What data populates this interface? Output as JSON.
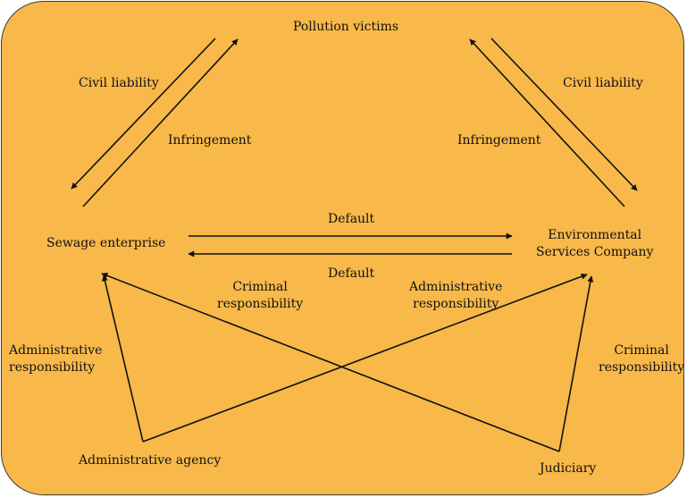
{
  "colors": {
    "background": "#f8b84a",
    "stroke": "#111111"
  },
  "nodes": {
    "pollution_victims": "Pollution victims",
    "sewage_enterprise": "Sewage enterprise",
    "environmental_services_company": "Environmental\nServices Company",
    "administrative_agency": "Administrative agency",
    "judiciary": "Judiciary"
  },
  "edges": {
    "civil_liability_left": "Civil liability",
    "infringement_left": "Infringement",
    "civil_liability_right": "Civil liability",
    "infringement_right": "Infringement",
    "default_top": "Default",
    "default_bottom": "Default",
    "criminal_responsibility_center": "Criminal\nresponsibility",
    "administrative_responsibility_center": "Administrative\nresponsibility",
    "administrative_responsibility_left": "Administrative\nresponsibility",
    "criminal_responsibility_right": "Criminal\nresponsibility"
  }
}
